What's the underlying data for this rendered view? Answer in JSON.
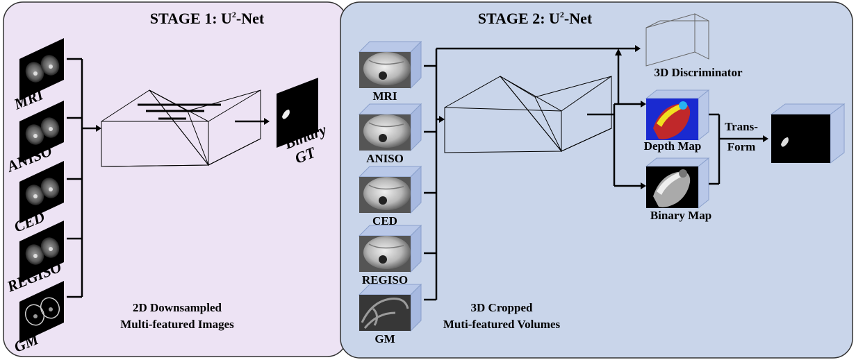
{
  "stage1": {
    "title": "STAGE 1: U",
    "title_sup": "2",
    "title_suffix": "-Net",
    "inputs": [
      "MRI",
      "ANISO",
      "CED",
      "REGISO",
      "GM"
    ],
    "output_label_1": "Binary",
    "output_label_2": "GT",
    "caption_1": "2D Downsampled",
    "caption_2": "Multi-featured Images",
    "bg_color": "#ede3f4"
  },
  "stage2": {
    "title": "STAGE 2: U",
    "title_sup": "2",
    "title_suffix": "-Net",
    "inputs": [
      "MRI",
      "ANISO",
      "CED",
      "REGISO",
      "GM"
    ],
    "discriminator_label": "3D Discriminator",
    "depth_map_label": "Depth Map",
    "binary_map_label": "Binary Map",
    "transform_label_1": "Trans-",
    "transform_label_2": "Form",
    "caption_1": "3D Cropped",
    "caption_2": "Muti-featured Volumes",
    "bg_color": "#c9d5ea"
  },
  "colors": {
    "cube_face": "#b9c8e8",
    "cube_edge": "#8aa0cc",
    "depth_red": "#c0282a",
    "depth_yellow": "#f0e020",
    "depth_blue": "#1a2ad0",
    "depth_cyan": "#28b4f0"
  }
}
